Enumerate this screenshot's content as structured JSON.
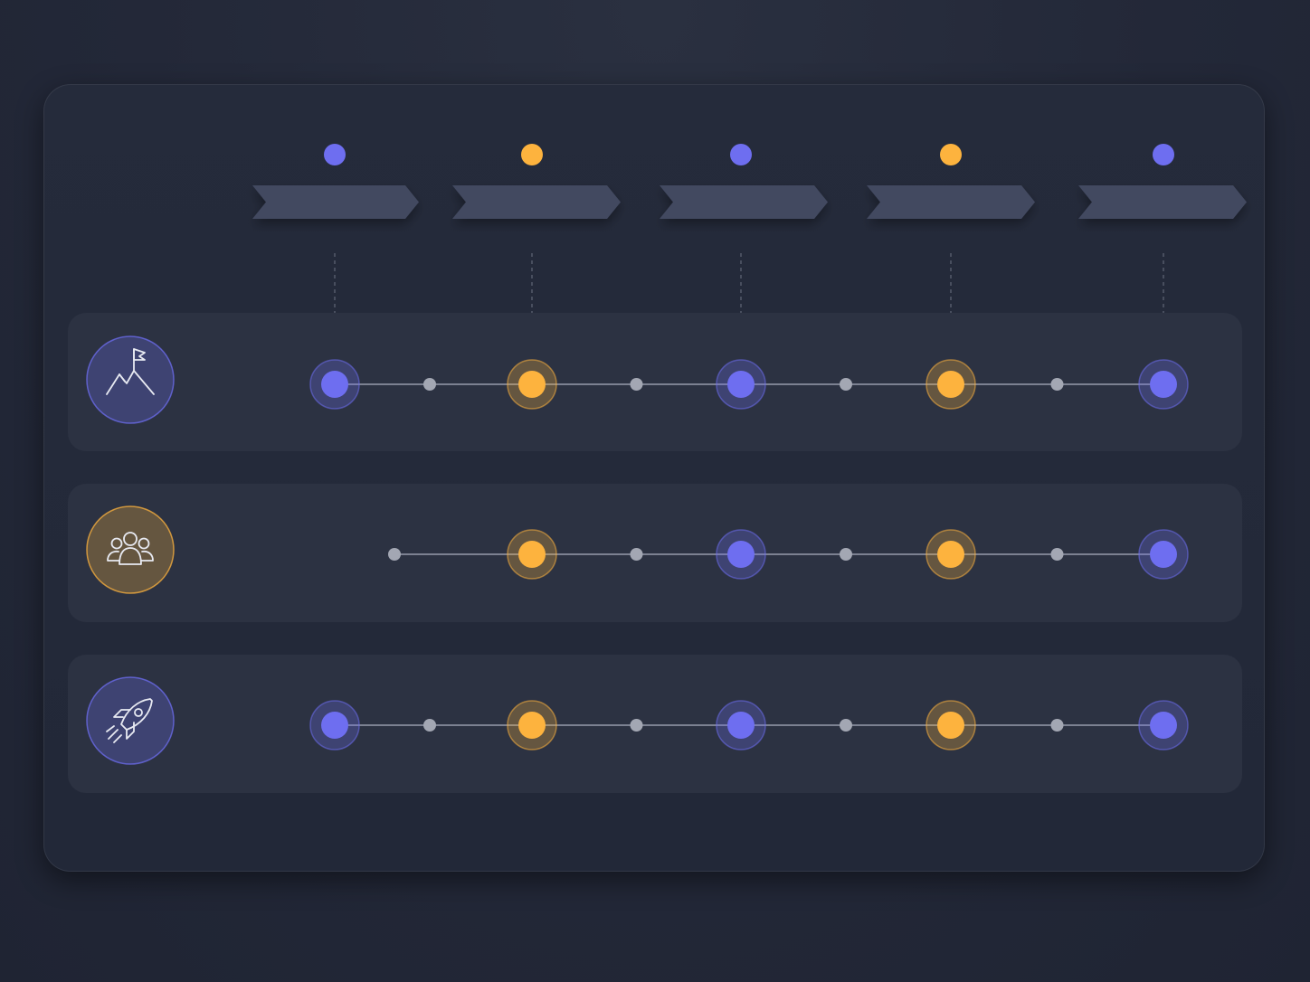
{
  "colors": {
    "primary": "#6E6EF0",
    "accent": "#FDB33E",
    "connector": "#7C8191",
    "minor_dot": "#A3A7B3",
    "chevron": "#434A60",
    "row_bg": "#2C3242",
    "guide": "#555B6B"
  },
  "columns": [
    {
      "id": "col1",
      "tone": "primary"
    },
    {
      "id": "col2",
      "tone": "accent"
    },
    {
      "id": "col3",
      "tone": "primary"
    },
    {
      "id": "col4",
      "tone": "accent"
    },
    {
      "id": "col5",
      "tone": "primary"
    }
  ],
  "rows": [
    {
      "id": "goal",
      "icon": "mountain-flag-icon",
      "tone": "primary",
      "active": [
        1,
        1,
        1,
        1,
        1
      ]
    },
    {
      "id": "team",
      "icon": "team-group-icon",
      "tone": "accent",
      "active": [
        0,
        1,
        1,
        1,
        1
      ]
    },
    {
      "id": "launch",
      "icon": "rocket-icon",
      "tone": "primary",
      "active": [
        1,
        1,
        1,
        1,
        1
      ]
    }
  ]
}
